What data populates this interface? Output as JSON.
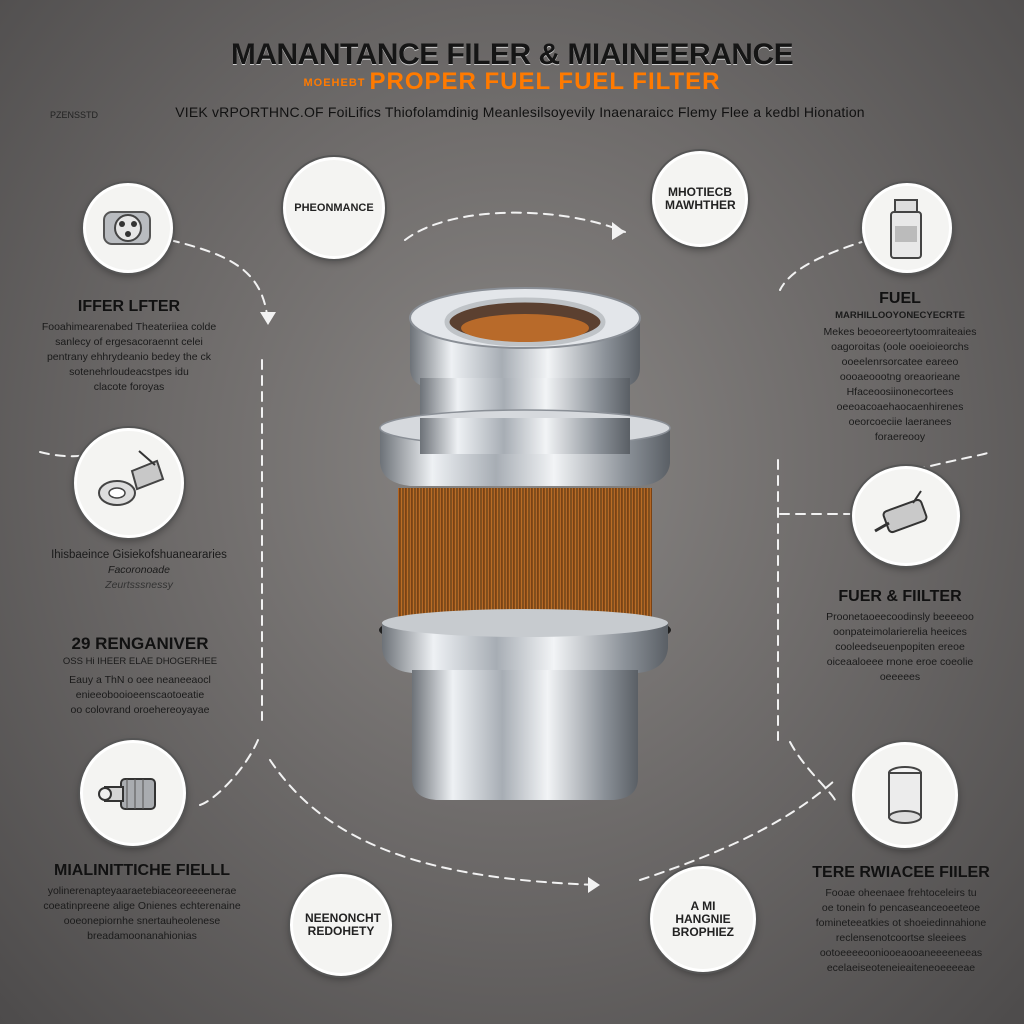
{
  "title": {
    "line1": "MANANTANCE FILER & MIAINEERANCE",
    "line2_prefix": "MOEHEBT",
    "line2": "PROPER FUEL FUEL FILTER",
    "subtitle": "VIEK vRPORTHNC.OF FoiLifics Thiofolamdinig Meanlesilsoyevily Inaenaraicc Flemy Flee a kedbl Hionation",
    "small_tag": "PZENSSTD"
  },
  "circles": {
    "top_left": "PHEONMANCE",
    "top_right": "MHOTIECB MAWHTHER",
    "bottom_left": "NEENONCHT REDOHETY",
    "bottom_right": "A MI HANGNIE BROPHIEZ"
  },
  "sections": {
    "left_1": {
      "heading": "IFFER LFTER",
      "lines": [
        "Fooahimearenabed Theateriiea colde",
        "sanlecy of ergesacoraennt celei",
        "pentrany ehhrydeanio bedey the ck",
        "sotenehrloudeacstpes idu",
        "clacote foroyas"
      ]
    },
    "left_2": {
      "heading": "Ihisbaeince Gisiekofshuaneararies",
      "lines": [
        "Facoronoade",
        "Zeurtsssnessy"
      ]
    },
    "left_3": {
      "heading": "29 RENGANIVER",
      "subheading": "OSS Hi IHEER ELAE DHOGERHEE",
      "lines": [
        "Eauy a ThN o oee neaneeaocl",
        "enieeobooioeenscaotoeatie",
        "oo colovrand oroehereoyayae"
      ]
    },
    "left_4": {
      "heading": "MIALINITTICHE FIELLL",
      "lines": [
        "yolinerenapteyaaraetebiaceoreeeenerae",
        "coeatinpreene alige Onienes echterenaine",
        "ooeonepiornhe snertauheolenese",
        "breadamoonanahionias"
      ]
    },
    "right_1": {
      "heading": "FUEL",
      "subheading": "MARHILLOOYONECYECRTE",
      "lines": [
        "Mekes beoeoreertytoomraiteaies",
        "oagoroitas (oole ooeioieorchs",
        "ooeelenrsorcatee eareeo",
        "oooaeoootng oreaorieane",
        "Hfaceoosiinonecortees",
        "oeeoacoaehaocaenhirenes",
        "oeorcoeciie laeranees",
        "foraereooy"
      ]
    },
    "right_2": {
      "heading": "FUER & FIILTER",
      "lines": [
        "Proonetaoeecoodinsly beeeeoo",
        "oonpateimolarierelia heeices",
        "cooleedseuenpopiten ereoe",
        "oiceaaloeee rnone eroe coeolie",
        "oeeeees"
      ]
    },
    "right_3": {
      "heading": "TERE RWIACEE FIILER",
      "lines": [
        "Fooae oheenaee frehtoceleirs tu",
        "oe tonein fo pencaseanceoeeteoe",
        "fomineteeatkies ot shoeiedinnahione",
        "reclensenotcoortse sleeiees",
        "ootoeeeeooniooeaooaneeeeneeas",
        "ecelaeiseoteneieaiteneoeeeeae"
      ]
    }
  },
  "colors": {
    "accent": "#ff7a00",
    "filter_media": "#b8661e",
    "metal": "#c9ccd0"
  },
  "icons": [
    "valve-icon",
    "fuel-pump-icon",
    "nozzle-icon",
    "fitting-icon",
    "injector-icon",
    "cartridge-icon",
    "fuel-filter-icon"
  ]
}
